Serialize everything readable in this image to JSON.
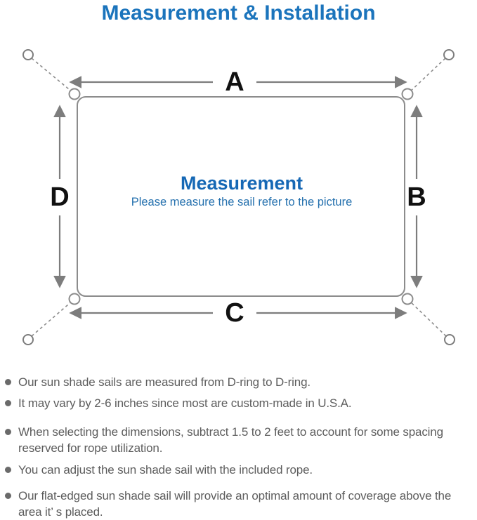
{
  "title": "Measurement & Installation",
  "diagram": {
    "labels": {
      "top": "A",
      "right": "B",
      "bottom": "C",
      "left": "D"
    },
    "center_heading": "Measurement",
    "center_subtitle": "Please measure the sail refer to the picture"
  },
  "notes": [
    "Our sun shade sails are measured from D-ring to D-ring.",
    "It may vary by 2-6 inches since most are custom-made in U.S.A.",
    "When selecting the dimensions, subtract 1.5 to 2 feet to account for some spacing reserved for rope utilization.",
    "You can adjust the sun shade sail with the included rope.",
    "Our flat-edged sun shade sail will provide an optimal amount of coverage above the area it’ s placed."
  ],
  "colors": {
    "title_blue": "#1b74bc",
    "center_heading_blue": "#1668b5",
    "center_subtitle_blue": "#2470ae",
    "line_gray": "#7d7d7d",
    "outline_gray": "#8c8c8c",
    "note_text_gray": "#5d5d5d",
    "bullet_gray": "#6a6a6a",
    "label_black": "#111111"
  }
}
